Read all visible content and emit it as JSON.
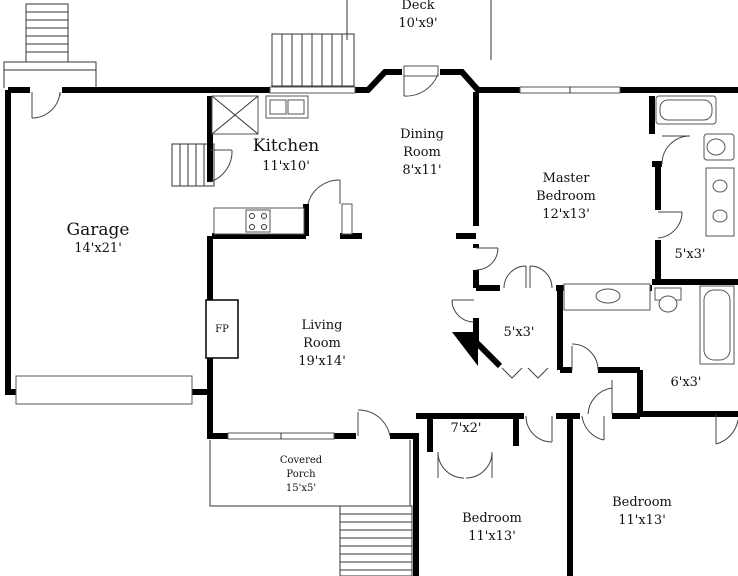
{
  "rooms": [
    {
      "id": "deck",
      "name": [
        "Deck"
      ],
      "size": "10'x9'"
    },
    {
      "id": "kitchen",
      "name": [
        "Kitchen"
      ],
      "size": "11'x10'"
    },
    {
      "id": "dining",
      "name": [
        "Dining",
        "Room"
      ],
      "size": "8'x11'"
    },
    {
      "id": "master",
      "name": [
        "Master",
        "Bedroom"
      ],
      "size": "12'x13'"
    },
    {
      "id": "garage",
      "name": [
        "Garage"
      ],
      "size": "14'x21'"
    },
    {
      "id": "living",
      "name": [
        "Living",
        "Room"
      ],
      "size": "19'x14'"
    },
    {
      "id": "master-bath",
      "name": [],
      "size": "5'x3'"
    },
    {
      "id": "closet-mid",
      "name": [],
      "size": "5'x3'"
    },
    {
      "id": "hall-bath",
      "name": [],
      "size": "6'x3'"
    },
    {
      "id": "closet-left",
      "name": [],
      "size": "7'x2'"
    },
    {
      "id": "porch",
      "name": [
        "Covered",
        "Porch"
      ],
      "size": "15'x5'"
    },
    {
      "id": "bedroom-1",
      "name": [
        "Bedroom"
      ],
      "size": "11'x13'"
    },
    {
      "id": "bedroom-2",
      "name": [
        "Bedroom"
      ],
      "size": "11'x13'"
    }
  ],
  "fireplace": "FP",
  "colors": {
    "wall": "#000000",
    "background": "#ffffff"
  }
}
